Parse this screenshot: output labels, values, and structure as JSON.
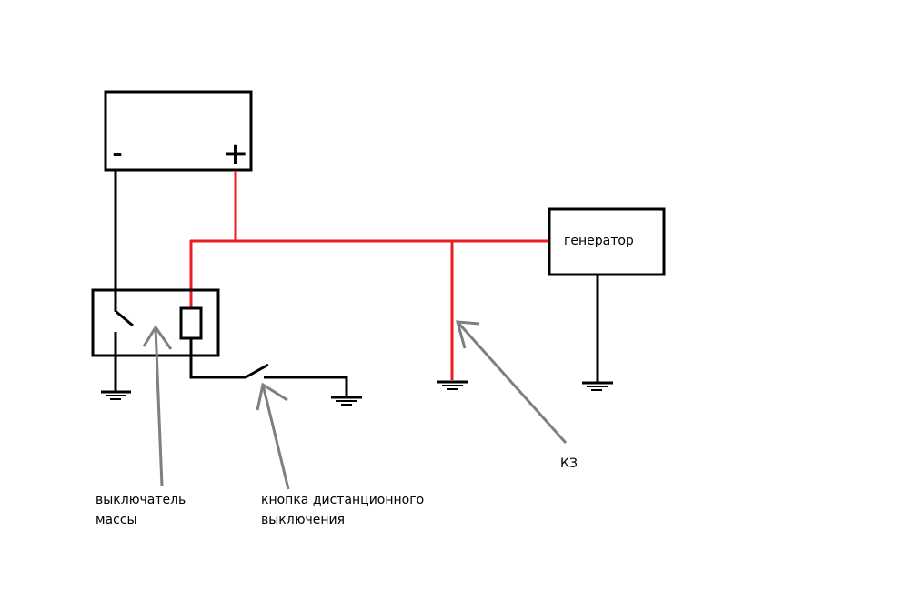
{
  "diagram": {
    "type": "electrical-schematic",
    "colors": {
      "positive_wire": "#ed1c24",
      "ground_wire": "#000000",
      "annotation_arrow": "#7f7f7f",
      "background": "#ffffff"
    },
    "battery": {
      "minus_symbol": "-",
      "plus_symbol": "+"
    },
    "generator": {
      "label": "генератор"
    },
    "annotations": {
      "mass_switch": {
        "line1": "выключатель",
        "line2": "массы"
      },
      "remote_button": {
        "line1": "кнопка дистанционного",
        "line2": "выключения"
      },
      "short_circuit": {
        "label": "КЗ"
      }
    }
  }
}
